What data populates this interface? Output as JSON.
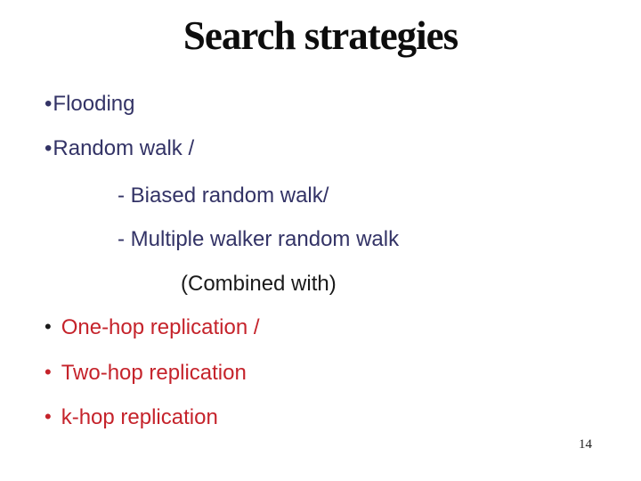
{
  "slide": {
    "title": "Search strategies",
    "page_number": "14",
    "colors": {
      "navy": "#333366",
      "red": "#c5232b",
      "black": "#1a1a1a"
    },
    "lines": [
      {
        "bullet": "•",
        "text": "Flooding"
      },
      {
        "bullet": "•",
        "text": "Random walk /"
      },
      {
        "bullet": "",
        "text": "- Biased random walk/"
      },
      {
        "bullet": "",
        "text": "- Multiple walker random walk"
      },
      {
        "bullet": "",
        "text": "(Combined with)"
      },
      {
        "bullet": "•",
        "text": "One-hop replication /"
      },
      {
        "bullet": "•",
        "text": "Two-hop replication"
      },
      {
        "bullet": "•",
        "text": "k-hop replication"
      }
    ]
  }
}
